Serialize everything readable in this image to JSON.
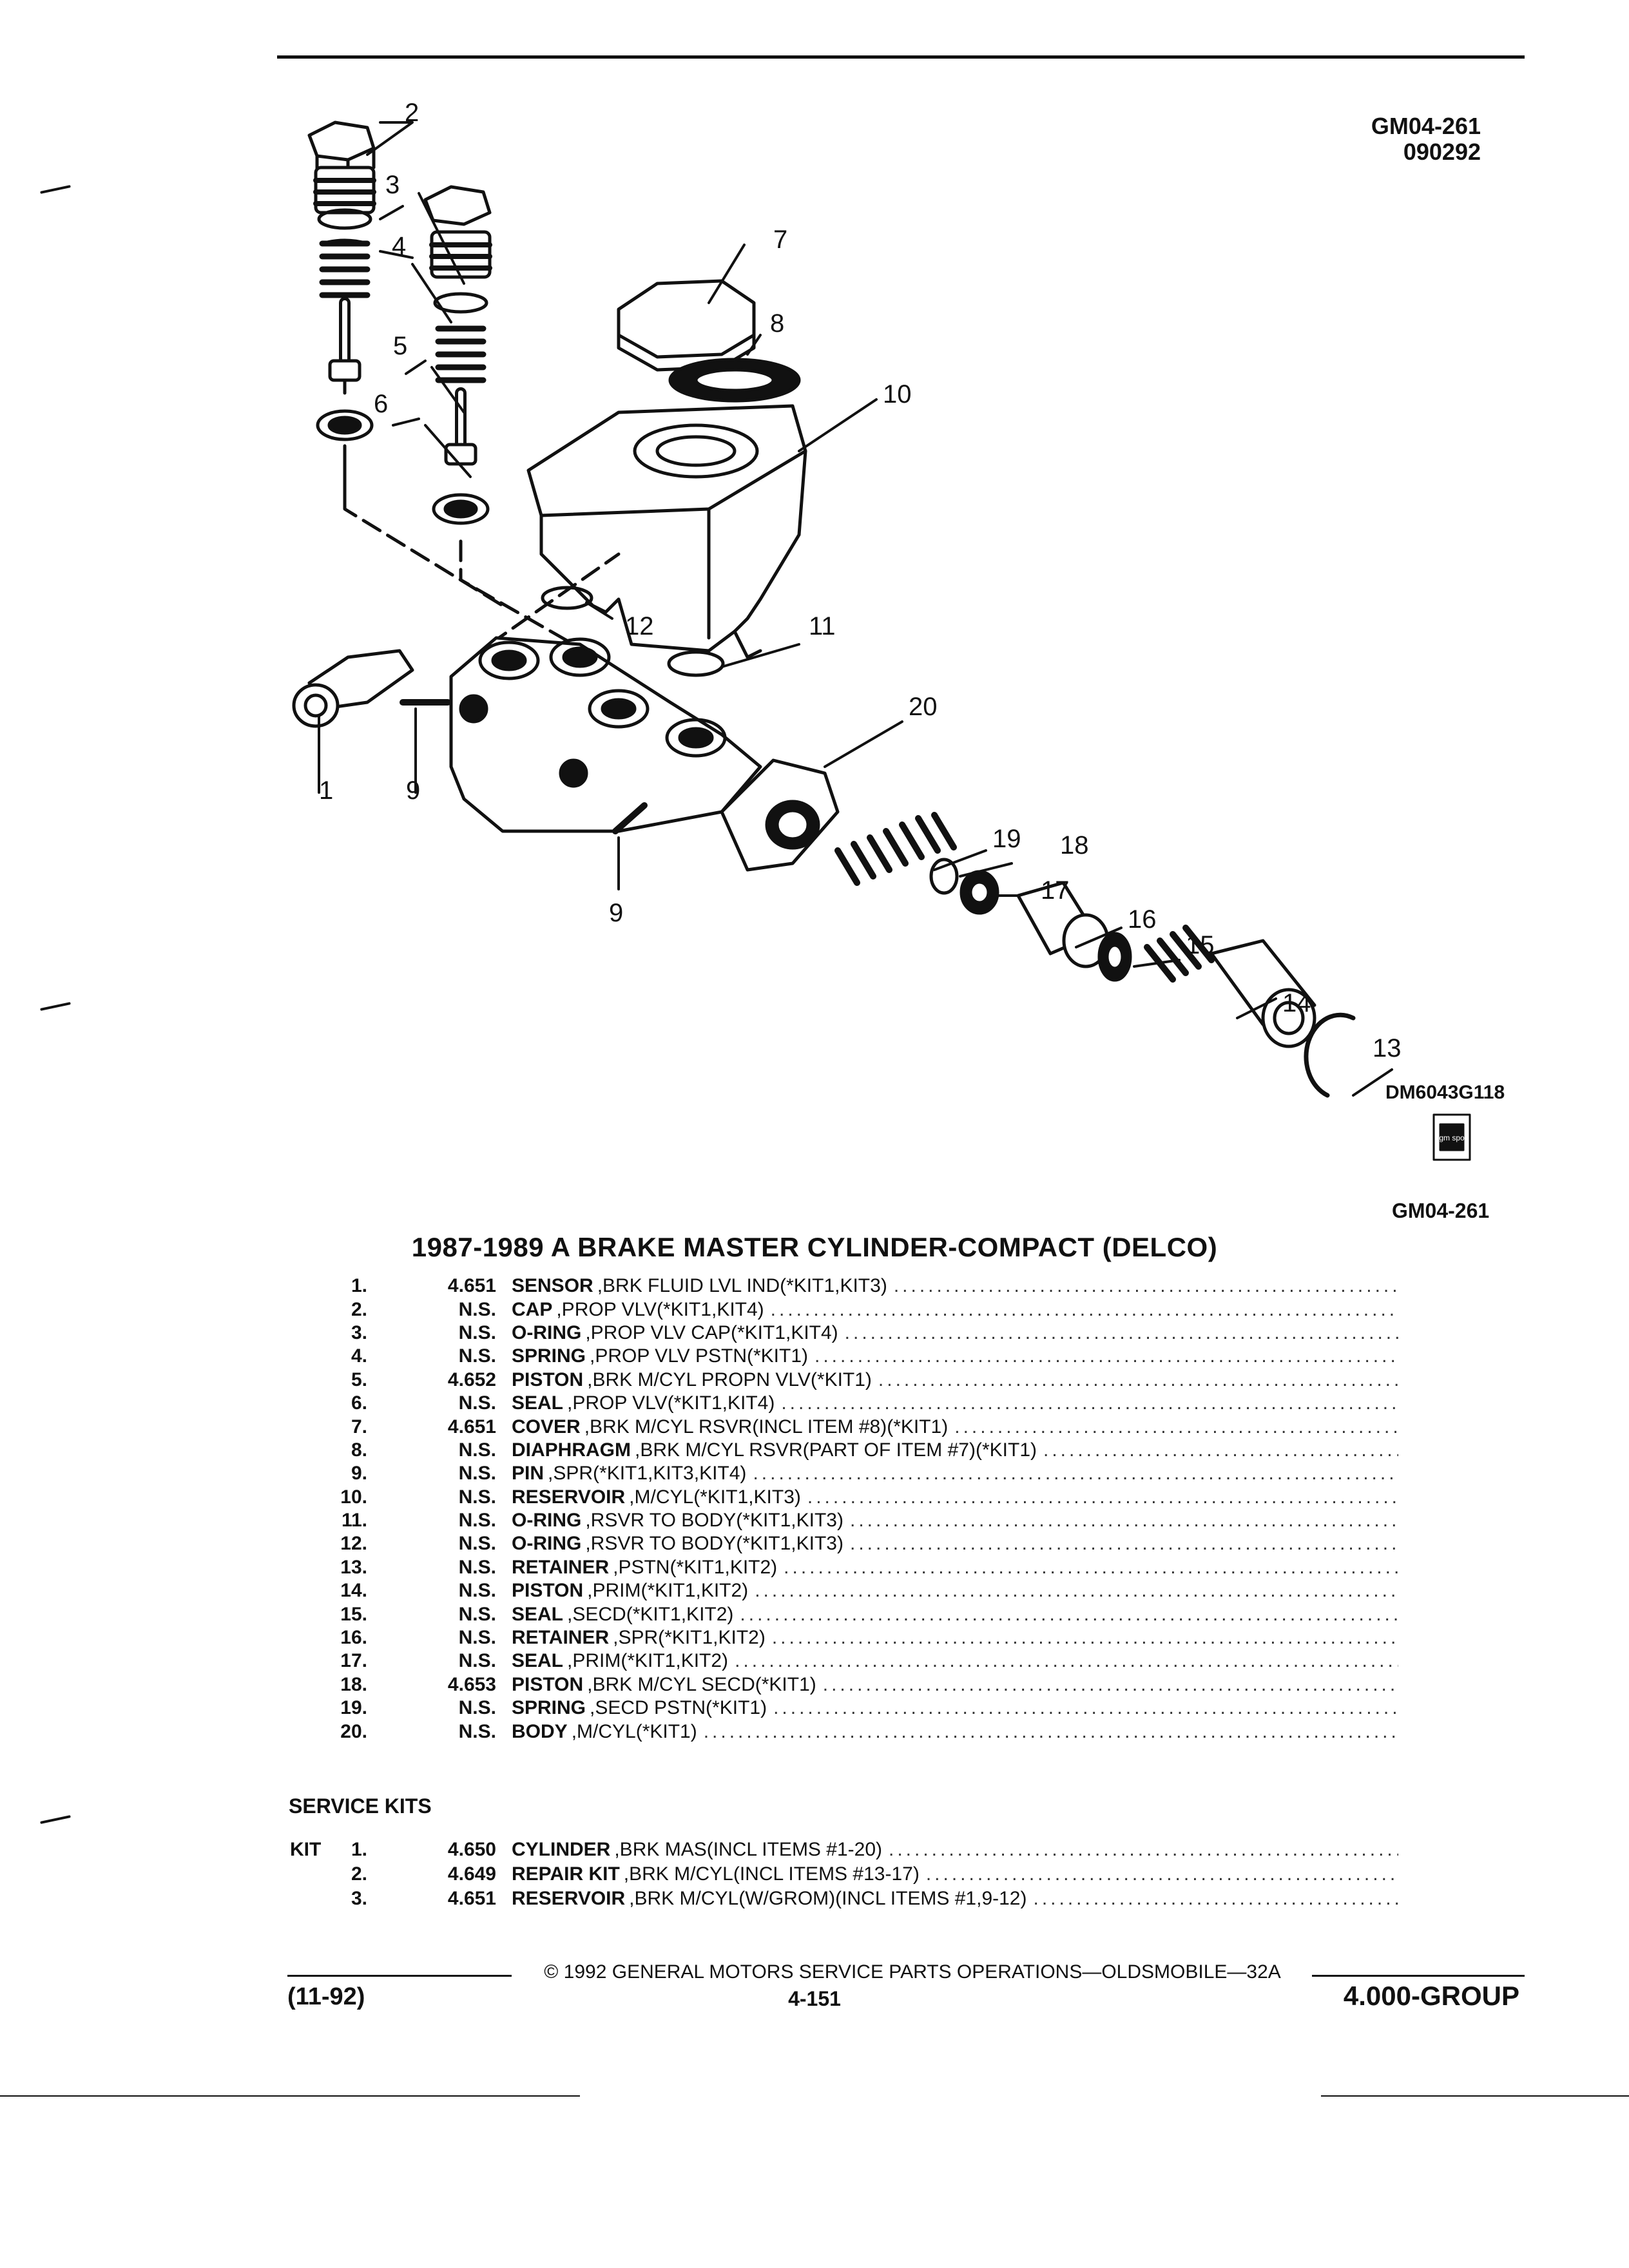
{
  "header": {
    "code": "GM04-261",
    "date_code": "090292"
  },
  "diagram": {
    "labels": [
      "1",
      "2",
      "3",
      "4",
      "5",
      "6",
      "7",
      "8",
      "9",
      "9",
      "10",
      "11",
      "12",
      "13",
      "14",
      "15",
      "16",
      "17",
      "18",
      "19",
      "20"
    ],
    "drawing_code": "DM6043G118",
    "logo_text": "gm spo",
    "footer_code": "GM04-261"
  },
  "title": "1987-1989 A BRAKE MASTER CYLINDER-COMPACT (DELCO)",
  "parts": [
    {
      "num": "1.",
      "price": "4.651",
      "name": "SENSOR",
      "desc": ",BRK FLUID LVL IND(*KIT1,KIT3)"
    },
    {
      "num": "2.",
      "price": "N.S.",
      "name": "CAP",
      "desc": ",PROP VLV(*KIT1,KIT4)"
    },
    {
      "num": "3.",
      "price": "N.S.",
      "name": "O-RING",
      "desc": ",PROP VLV CAP(*KIT1,KIT4)"
    },
    {
      "num": "4.",
      "price": "N.S.",
      "name": "SPRING",
      "desc": ",PROP VLV PSTN(*KIT1)"
    },
    {
      "num": "5.",
      "price": "4.652",
      "name": "PISTON",
      "desc": ",BRK M/CYL PROPN VLV(*KIT1)"
    },
    {
      "num": "6.",
      "price": "N.S.",
      "name": "SEAL",
      "desc": ",PROP VLV(*KIT1,KIT4)"
    },
    {
      "num": "7.",
      "price": "4.651",
      "name": "COVER",
      "desc": ",BRK M/CYL RSVR(INCL ITEM #8)(*KIT1)"
    },
    {
      "num": "8.",
      "price": "N.S.",
      "name": "DIAPHRAGM",
      "desc": ",BRK M/CYL RSVR(PART OF ITEM #7)(*KIT1)"
    },
    {
      "num": "9.",
      "price": "N.S.",
      "name": "PIN",
      "desc": ",SPR(*KIT1,KIT3,KIT4)"
    },
    {
      "num": "10.",
      "price": "N.S.",
      "name": "RESERVOIR",
      "desc": ",M/CYL(*KIT1,KIT3)"
    },
    {
      "num": "11.",
      "price": "N.S.",
      "name": "O-RING",
      "desc": ",RSVR TO BODY(*KIT1,KIT3)"
    },
    {
      "num": "12.",
      "price": "N.S.",
      "name": "O-RING",
      "desc": ",RSVR TO BODY(*KIT1,KIT3)"
    },
    {
      "num": "13.",
      "price": "N.S.",
      "name": "RETAINER",
      "desc": ",PSTN(*KIT1,KIT2)"
    },
    {
      "num": "14.",
      "price": "N.S.",
      "name": "PISTON",
      "desc": ",PRIM(*KIT1,KIT2)"
    },
    {
      "num": "15.",
      "price": "N.S.",
      "name": "SEAL",
      "desc": ",SECD(*KIT1,KIT2)"
    },
    {
      "num": "16.",
      "price": "N.S.",
      "name": "RETAINER",
      "desc": ",SPR(*KIT1,KIT2)"
    },
    {
      "num": "17.",
      "price": "N.S.",
      "name": "SEAL",
      "desc": ",PRIM(*KIT1,KIT2)"
    },
    {
      "num": "18.",
      "price": "4.653",
      "name": "PISTON",
      "desc": ",BRK M/CYL SECD(*KIT1)"
    },
    {
      "num": "19.",
      "price": "N.S.",
      "name": "SPRING",
      "desc": ",SECD PSTN(*KIT1)"
    },
    {
      "num": "20.",
      "price": "N.S.",
      "name": "BODY",
      "desc": ",M/CYL(*KIT1)"
    }
  ],
  "service_kits": {
    "heading": "SERVICE KITS",
    "kit_label": "KIT",
    "items": [
      {
        "num": "1.",
        "price": "4.650",
        "name": "CYLINDER",
        "desc": ",BRK MAS(INCL ITEMS #1-20)"
      },
      {
        "num": "2.",
        "price": "4.649",
        "name": "REPAIR KIT",
        "desc": ",BRK M/CYL(INCL ITEMS #13-17)"
      },
      {
        "num": "3.",
        "price": "4.651",
        "name": "RESERVOIR",
        "desc": ",BRK M/CYL(W/GROM)(INCL ITEMS #1,9-12)"
      }
    ]
  },
  "footer": {
    "copyright": "© 1992 GENERAL MOTORS SERVICE PARTS OPERATIONS—OLDSMOBILE—32A",
    "date": "(11-92)",
    "page": "4-151",
    "group": "4.000-GROUP"
  }
}
